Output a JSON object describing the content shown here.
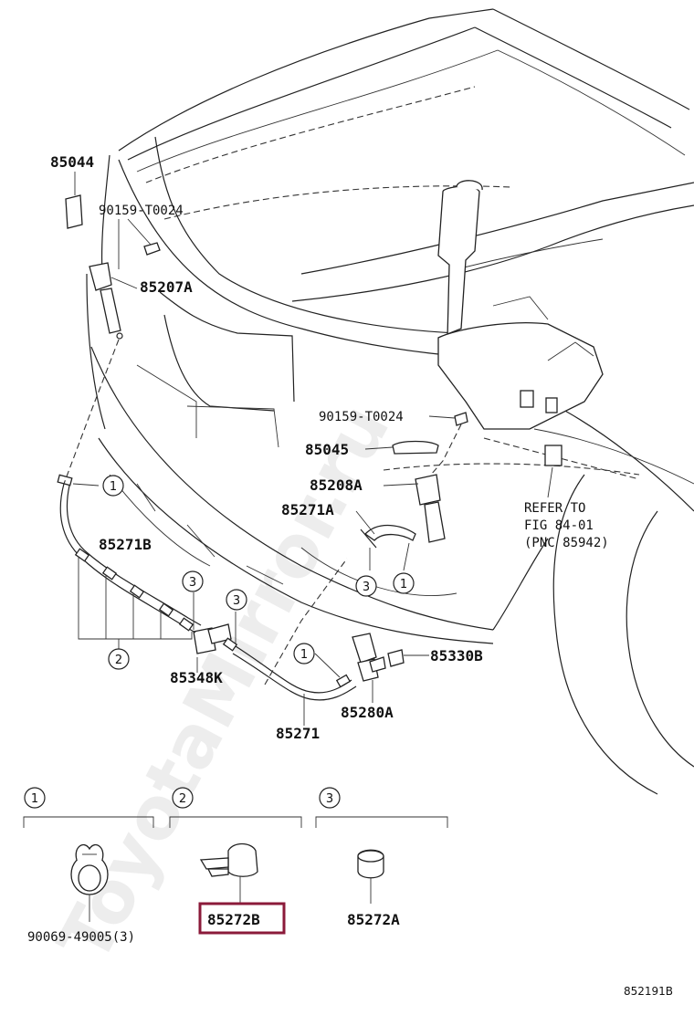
{
  "labels": {
    "p85044": "85044",
    "p90159a": "90159-T0024",
    "p85207a": "85207A",
    "p90159b": "90159-T0024",
    "p85045": "85045",
    "p85208a": "85208A",
    "p85271a": "85271A",
    "p85271b": "85271B",
    "p85348k": "85348K",
    "p85271": "85271",
    "p85280a": "85280A",
    "p85330b": "85330B",
    "refer1": "REFER TO",
    "refer2": "FIG 84-01",
    "refer3": "(PNC 85942)"
  },
  "callouts": [
    "1",
    "2",
    "3"
  ],
  "legend": {
    "col1": {
      "num": "1",
      "part": "90069-49005(3)"
    },
    "col2": {
      "num": "2",
      "part": "85272B"
    },
    "col3": {
      "num": "3",
      "part": "85272A"
    }
  },
  "diagram_code": "852191B",
  "watermark": "ToyotaMirror.ru",
  "colors": {
    "highlight_box": "#8b1a3a",
    "line": "#222222"
  }
}
